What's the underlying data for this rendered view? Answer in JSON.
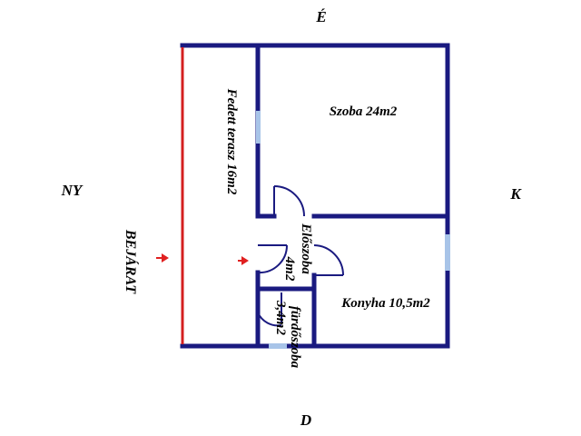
{
  "compass": {
    "north": "É",
    "south": "D",
    "east": "K",
    "west": "NY"
  },
  "entrance_label": "BEJÁRAT",
  "rooms": {
    "terrace": "Fedett terasz 16m2",
    "living_room": "Szoba 24m2",
    "kitchen": "Konyha 10,5m2",
    "hallway_name": "Előszoba",
    "hallway_area": "4m2",
    "bathroom_name": "fürdőszoba",
    "bathroom_area": "3,4m2"
  },
  "colors": {
    "wall": "#1a1a80",
    "entrance_wall": "#d42020",
    "window": "#a8c4e8",
    "arrow": "#e02020",
    "text": "#000000"
  }
}
